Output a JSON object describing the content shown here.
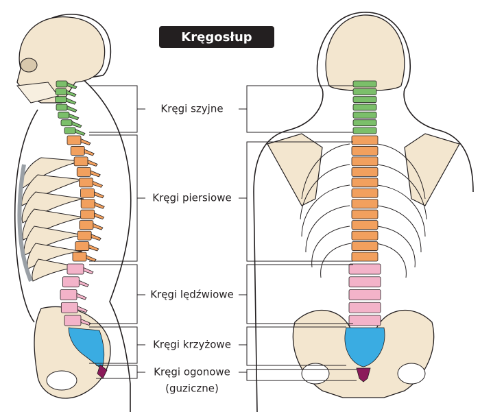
{
  "title": "Kręgosłup",
  "regions": [
    {
      "id": "cervical",
      "label": "Kręgi szyjne",
      "color": "#7bbf6a"
    },
    {
      "id": "thoracic",
      "label": "Kręgi piersiowe",
      "color": "#f2a05e"
    },
    {
      "id": "lumbar",
      "label": "Kręgi lędźwiowe",
      "color": "#f3b3c9"
    },
    {
      "id": "sacral",
      "label": "Kręgi krzyżowe",
      "color": "#3aace2"
    },
    {
      "id": "coccyx",
      "label": "Kręgi ogonowe",
      "label2": "(guziczne)",
      "color": "#8b1a5a"
    }
  ],
  "colors": {
    "bone": "#f3e6cf",
    "outline": "#231f20",
    "skin": "#ffffff",
    "cartilage": "#c9cdd3"
  }
}
